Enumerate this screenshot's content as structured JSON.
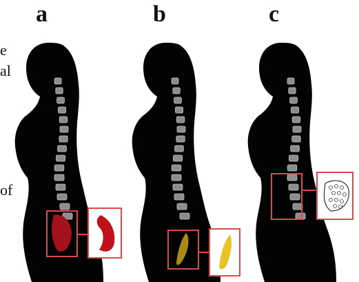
{
  "panels": [
    {
      "label": "a"
    },
    {
      "label": "b"
    },
    {
      "label": "c"
    }
  ],
  "left_text_fragments": [
    "e",
    "al",
    "of"
  ],
  "colors": {
    "silhouette": "#030303",
    "spine": "#9a9a9a",
    "highlight_box": "#d94a4a",
    "panel_a_organ": "#c0121c",
    "panel_b_organ": "#e8c227",
    "panel_c_organ": "#ffffff"
  }
}
